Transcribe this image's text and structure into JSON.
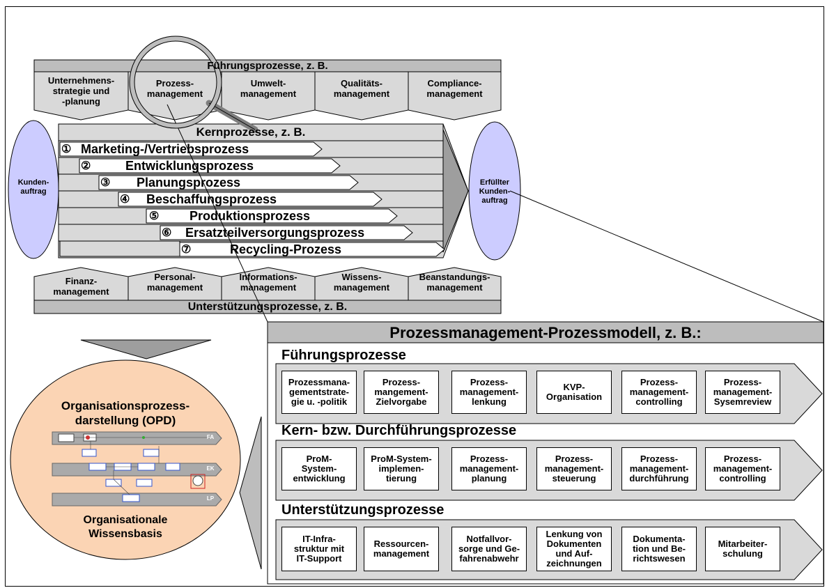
{
  "fuehrung_top": {
    "title": "Führungsprozesse, z. B.",
    "items": [
      "Unternehmens-\nstrategie und\n-planung",
      "Prozess-\nmanagement",
      "Umwelt-\nmanagement",
      "Qualitäts-\nmanagement",
      "Compliance-\nmanagement"
    ]
  },
  "kern_top": {
    "title": "Kernprozesse, z. B.",
    "processes": [
      {
        "num": "①",
        "label": "Marketing-/Vertriebsprozess"
      },
      {
        "num": "②",
        "label": "Entwicklungsprozess"
      },
      {
        "num": "③",
        "label": "Planungsprozess"
      },
      {
        "num": "④",
        "label": "Beschaffungsprozess"
      },
      {
        "num": "⑤",
        "label": "Produktionsprozess"
      },
      {
        "num": "⑥",
        "label": "Ersatzteilversorgungsprozess"
      },
      {
        "num": "⑦",
        "label": "Recycling-Prozess"
      }
    ],
    "input": "Kunden-\nauftrag",
    "output": "Erfüllter\nKunden-\nauftrag"
  },
  "unterstuetzung_top": {
    "title": "Unterstützungsprozesse, z. B.",
    "items": [
      "Finanz-\nmanagement",
      "Personal-\nmanagement",
      "Informations-\nmanagement",
      "Wissens-\nmanagement",
      "Beanstandungs-\nmanagement"
    ]
  },
  "opd": {
    "title": "Organisationsprozess-\ndarstellung (OPD)",
    "footer": "Organisationale\nWissensbasis",
    "lanes": [
      "FA",
      "EK",
      "LP"
    ]
  },
  "model": {
    "title": "Prozessmanagement-Prozessmodell, z. B.:",
    "sections": [
      {
        "title": "Führungsprozesse",
        "items": [
          "Prozessmana-\ngementstrate-\ngie u. -politik",
          "Prozess-\nmangement-\nZielvorgabe",
          "Prozess-\nmanagement-\nlenkung",
          "KVP-\nOrganisation",
          "Prozess-\nmanagement-\ncontrolling",
          "Prozess-\nmanagement-\nSysemreview"
        ]
      },
      {
        "title": "Kern- bzw. Durchführungsprozesse",
        "items": [
          "ProM-\nSystem-\nentwicklung",
          "ProM-System-\nimplemen-\ntierung",
          "Prozess-\nmanagement-\nplanung",
          "Prozess-\nmanagement-\nsteuerung",
          "Prozess-\nmanagement-\ndurchführung",
          "Prozess-\nmanagement-\ncontrolling"
        ]
      },
      {
        "title": "Unterstützungsprozesse",
        "items": [
          "IT-Infra-\nstruktur mit\nIT-Support",
          "Ressourcen-\nmanagement",
          "Notfallvor-\nsorge und Ge-\nfahrenabwehr",
          "Lenkung von\nDokumenten\nund Auf-\nzeichnungen",
          "Dokumenta-\ntion und Be-\nrichtswesen",
          "Mitarbeiter-\nschulung"
        ]
      }
    ]
  }
}
